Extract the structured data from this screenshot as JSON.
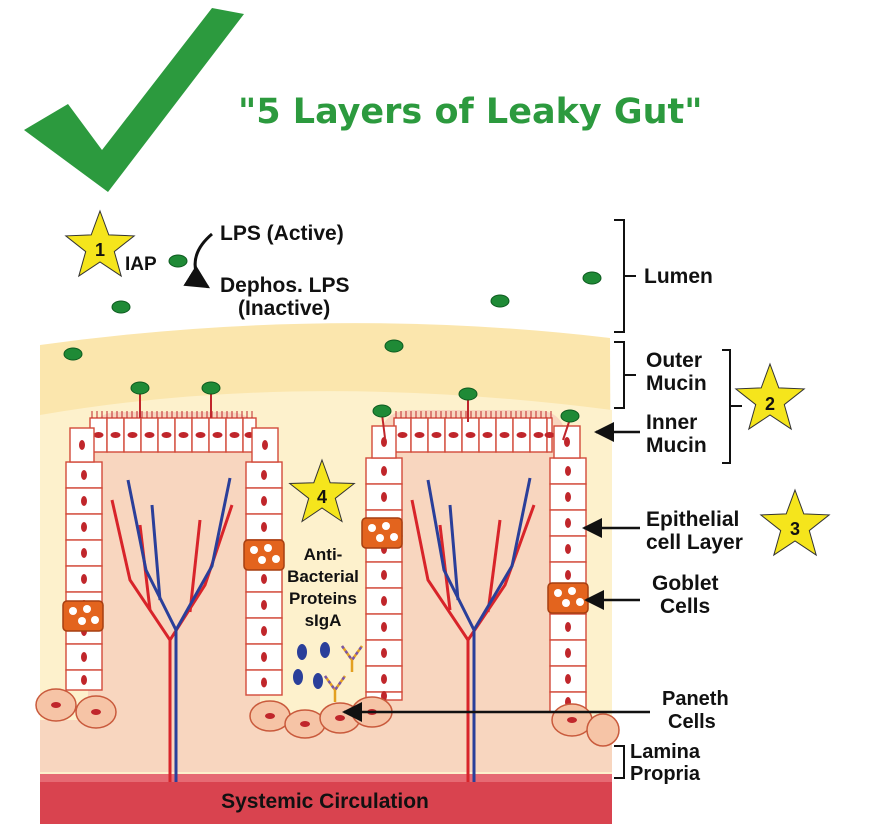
{
  "title": "\"5 Layers of Leaky Gut\"",
  "colors": {
    "check": "#2c9a3e",
    "mucin": "#fbe6ad",
    "mucin_light": "#fdf1cc",
    "lamina": "#f8d6bf",
    "circulation": "#d9434f",
    "cell_border": "#d24a3a",
    "nucleus": "#c0262b",
    "goblet": "#e3641e",
    "lps_dot": "#1f8a36",
    "artery": "#d8242a",
    "vein": "#2a3f9a",
    "star": "#f5e51c"
  },
  "lps": {
    "active": "LPS (Active)",
    "iap": "IAP",
    "inactive_line1": "Dephos. LPS",
    "inactive_line2": "(Inactive)"
  },
  "stars": [
    "1",
    "2",
    "3",
    "4"
  ],
  "labels": {
    "lumen": "Lumen",
    "outer_mucin_1": "Outer",
    "outer_mucin_2": "Mucin",
    "inner_mucin_1": "Inner",
    "inner_mucin_2": "Mucin",
    "epithelial_1": "Epithelial",
    "epithelial_2": "cell Layer",
    "goblet_1": "Goblet",
    "goblet_2": "Cells",
    "paneth_1": "Paneth",
    "paneth_2": "Cells",
    "lamina_1": "Lamina",
    "lamina_2": "Propria",
    "antibacterial_1": "Anti-",
    "antibacterial_2": "Bacterial",
    "antibacterial_3": "Proteins",
    "antibacterial_4": "sIgA",
    "systemic": "Systemic Circulation"
  }
}
